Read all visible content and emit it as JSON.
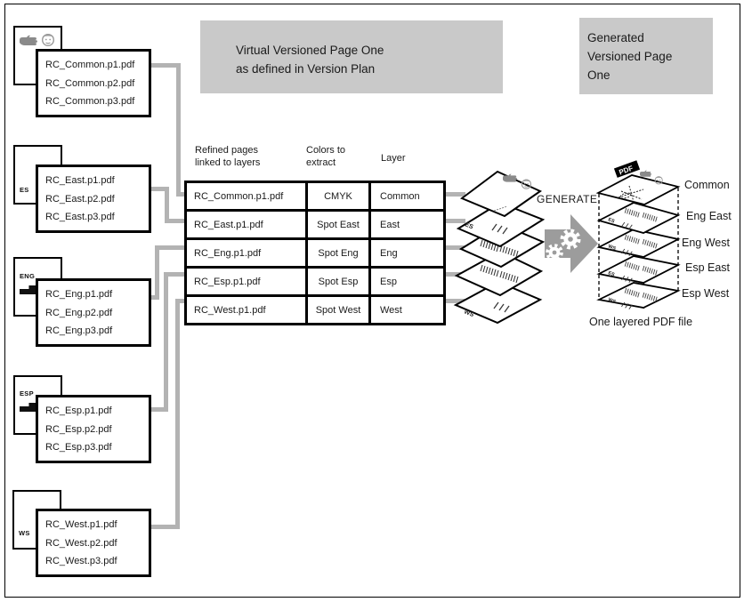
{
  "header": {
    "virtual_box": {
      "line1": "Virtual Versioned Page One",
      "line2": "as defined in Version Plan"
    },
    "generated_box": {
      "line1": "Generated",
      "line2": "Versioned Page",
      "line3": "One"
    }
  },
  "file_groups": [
    {
      "tab": "",
      "files": [
        "RC_Common.p1.pdf",
        "RC_Common.p2.pdf",
        "RC_Common.p3.pdf"
      ]
    },
    {
      "tab": "ES",
      "files": [
        "RC_East.p1.pdf",
        "RC_East.p2.pdf",
        "RC_East.p3.pdf"
      ]
    },
    {
      "tab": "ENG",
      "files": [
        "RC_Eng.p1.pdf",
        "RC_Eng.p2.pdf",
        "RC_Eng.p3.pdf"
      ]
    },
    {
      "tab": "ESP",
      "files": [
        "RC_Esp.p1.pdf",
        "RC_Esp.p2.pdf",
        "RC_Esp.p3.pdf"
      ]
    },
    {
      "tab": "WS",
      "files": [
        "RC_West.p1.pdf",
        "RC_West.p2.pdf",
        "RC_West.p3.pdf"
      ]
    }
  ],
  "table": {
    "columns": [
      [
        "Refined pages",
        "linked to layers"
      ],
      [
        "Colors to",
        "extract"
      ],
      [
        "Layer"
      ]
    ],
    "rows": [
      {
        "file": "RC_Common.p1.pdf",
        "color": "CMYK",
        "layer": "Common"
      },
      {
        "file": "RC_East.p1.pdf",
        "color": "Spot East",
        "layer": "East"
      },
      {
        "file": "RC_Eng.p1.pdf",
        "color": "Spot Eng",
        "layer": "Eng"
      },
      {
        "file": "RC_Esp.p1.pdf",
        "color": "Spot Esp",
        "layer": "Esp"
      },
      {
        "file": "RC_West.p1.pdf",
        "color": "Spot West",
        "layer": "West"
      }
    ]
  },
  "middle_stack": {
    "marks": [
      "",
      "ES",
      "",
      "",
      "WS"
    ]
  },
  "generate_label": "GENERATE",
  "output": {
    "pdf_badge": "PDF",
    "layers": [
      "Common",
      "Eng East",
      "Eng West",
      "Esp East",
      "Esp West"
    ],
    "layer_marks": [
      "",
      "ES",
      "WS",
      "ES",
      "WS"
    ],
    "caption": "One layered PDF file"
  },
  "colors": {
    "box_gray": "#c9c9c9",
    "connector_gray": "#b3b3b3",
    "arrow_gray": "#9c9c9c",
    "icon_gray": "#8a8a8a"
  }
}
